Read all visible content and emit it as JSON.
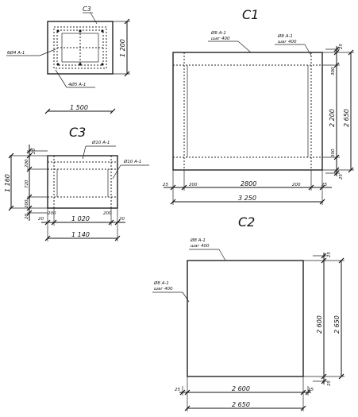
{
  "titles": {
    "c1": "C1",
    "c2": "C2",
    "c3": "C3"
  },
  "section": {
    "label_c3": "C3",
    "rebar_left": "6Ø4 A-1",
    "rebar_bottom": "4Ø5 A-1",
    "width": "1 500",
    "height": "1 200"
  },
  "c3_plan": {
    "rebar_top": "Ø10 A-1",
    "rebar_right": "Ø10 A-1",
    "h_total": "1 160",
    "h_seg_top": "200",
    "h_mid": "720",
    "h_seg_bot": "200",
    "h_cover_top": "20",
    "h_cover_bot": "20",
    "w_200_left": "200",
    "w_200_right": "200",
    "w_mid": "1 020",
    "w_20_left": "20",
    "w_20_right": "20",
    "w_total": "1 140"
  },
  "c1": {
    "rebar_top_a": "Ø8 A-1",
    "rebar_top_a_sub": "шаг 400",
    "rebar_top_b": "Ø8 A-1",
    "rebar_top_b_sub": "шаг 400",
    "v_25_top": "25",
    "v_300_top": "300",
    "v_2200": "2 200",
    "v_300_bot": "300",
    "v_25_bot": "25",
    "v_total": "2 650",
    "h_25_left": "25",
    "h_200_left": "200",
    "h_2800": "2800",
    "h_200_right": "200",
    "h_25_right": "25",
    "h_total": "3 250"
  },
  "c2": {
    "rebar_top": "Ø8 A-1",
    "rebar_top_sub": "шаг 400",
    "rebar_left": "Ø8 A-1",
    "rebar_left_sub": "шаг 400",
    "v_25_top": "25",
    "v_2600": "2 600",
    "v_25_bot": "25",
    "v_total": "2 650",
    "h_25_left": "25",
    "h_2600": "2 600",
    "h_25_right": "25",
    "h_total": "2 650"
  }
}
